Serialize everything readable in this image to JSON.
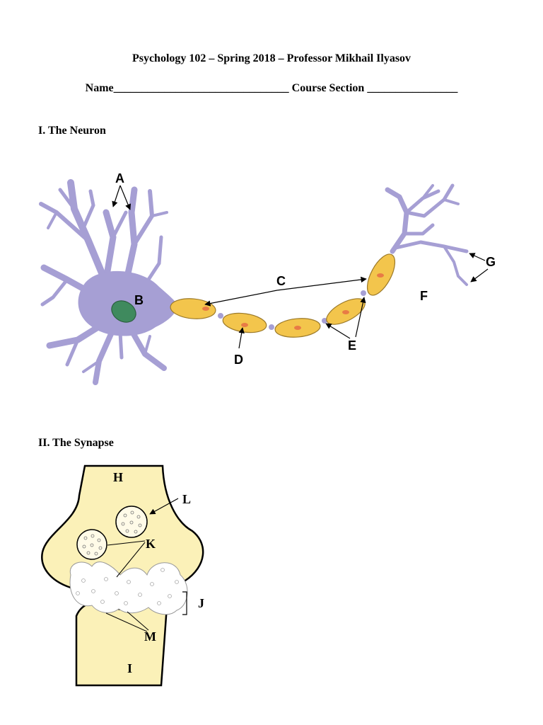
{
  "header": {
    "title": "Psychology 102 – Spring 2018 – Professor Mikhail Ilyasov",
    "name_label": "Name",
    "name_blank": "_______________________________",
    "section_label": "Course Section",
    "section_blank": "________________"
  },
  "sections": [
    {
      "heading": "I. The Neuron"
    },
    {
      "heading": "II. The Synapse"
    }
  ],
  "neuron_labels": {
    "a": "A",
    "b": "B",
    "c": "C",
    "d": "D",
    "e": "E",
    "f": "F",
    "g": "G"
  },
  "synapse_labels": {
    "h": "H",
    "i": "I",
    "j": "J",
    "k": "K",
    "l": "L",
    "m": "M"
  },
  "colors": {
    "cell_body": "#a69fd4",
    "nucleus": "#3f8a5e",
    "myelin": "#f3c54c",
    "myelin_core": "#e87b45",
    "terminal": "#fbf1b8"
  }
}
